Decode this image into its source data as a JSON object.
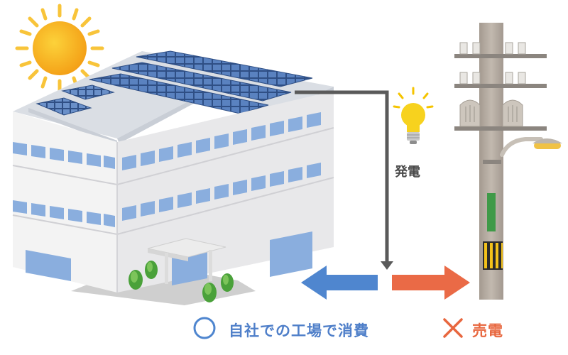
{
  "labels": {
    "generation": "発電",
    "self_consumption": "自社での工場で消費",
    "selling": "売電"
  },
  "colors": {
    "self_consumption_arrow": "#4f86cf",
    "selling_arrow": "#ea6a46",
    "flow_line": "#5a5a5a",
    "sun": "#f7b51a",
    "bulb": "#f5c400"
  },
  "icons": {
    "self_consumption_mark": "circle-icon",
    "selling_mark": "cross-icon"
  }
}
